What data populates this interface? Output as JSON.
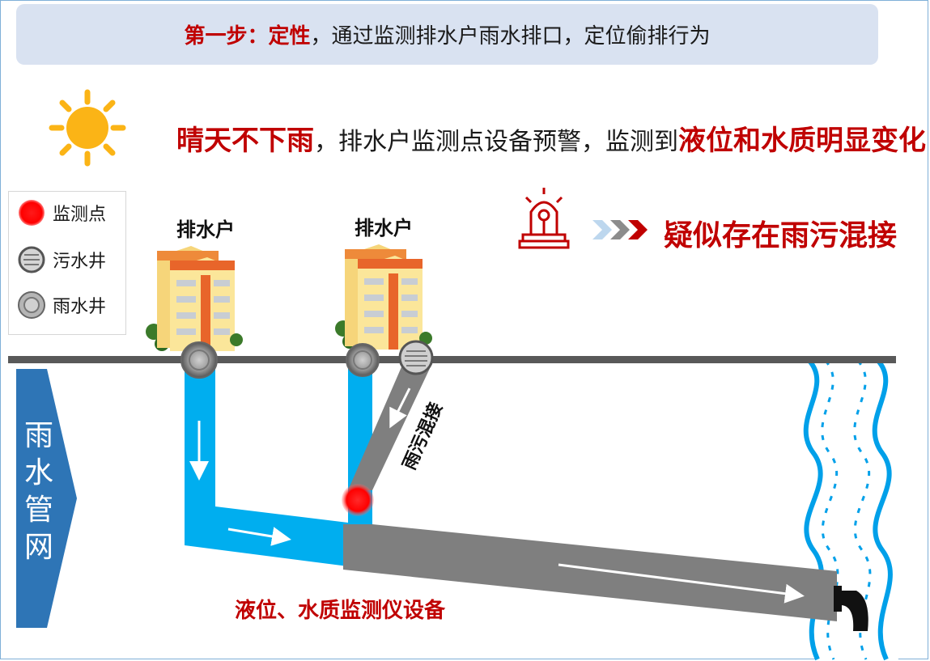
{
  "banner": {
    "step": "第一步：",
    "keyword": "定性",
    "rest": "，通过监测排水户雨水排口，定位偷排行为"
  },
  "headline": {
    "part1": "晴天不下雨",
    "part2": "，排水户监测点设备预警，监测到",
    "part3": "液位和水质明显变化"
  },
  "legend": {
    "items": [
      {
        "label": "监测点",
        "icon": "monitoring-point-icon"
      },
      {
        "label": "污水井",
        "icon": "sewage-well-icon"
      },
      {
        "label": "雨水井",
        "icon": "rain-well-icon"
      }
    ]
  },
  "houses": [
    {
      "label": "排水户"
    },
    {
      "label": "排水户"
    }
  ],
  "suspect_text": "疑似存在雨污混接",
  "mixed_label": "雨污混接",
  "device_label": "液位、水质监测仪设备",
  "rain_network_label": "雨水管网",
  "icons": {
    "sun": "sun-icon",
    "alarm": "alarm-light-icon",
    "arrows": "chevron-arrows-icon",
    "outlet": "pipe-outlet-icon"
  },
  "colors": {
    "accent_red": "#c00000",
    "clean_water": "#00aeef",
    "sewage_gray": "#7f7f7f",
    "banner_bg": "#d9e2f1",
    "river_blue": "#00a0e9"
  }
}
